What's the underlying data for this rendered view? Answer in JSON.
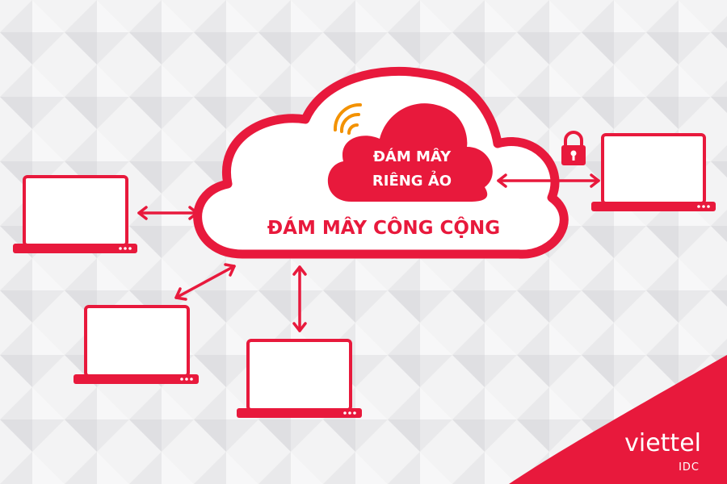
{
  "colors": {
    "accent": "#e8193c",
    "background": "#f1f1f2",
    "brand_text": "#ffffff"
  },
  "diagram": {
    "public_cloud_label": "ĐÁM MÂY CÔNG CỘNG",
    "private_cloud_label_line1": "ĐÁM MÂY",
    "private_cloud_label_line2": "RIÊNG ẢO"
  },
  "icons": [
    "laptop-icon",
    "lock-icon",
    "wifi-signal-icon",
    "double-arrow-icon",
    "cloud-icon"
  ],
  "brand": {
    "name": "viettel",
    "sub": "IDC"
  }
}
